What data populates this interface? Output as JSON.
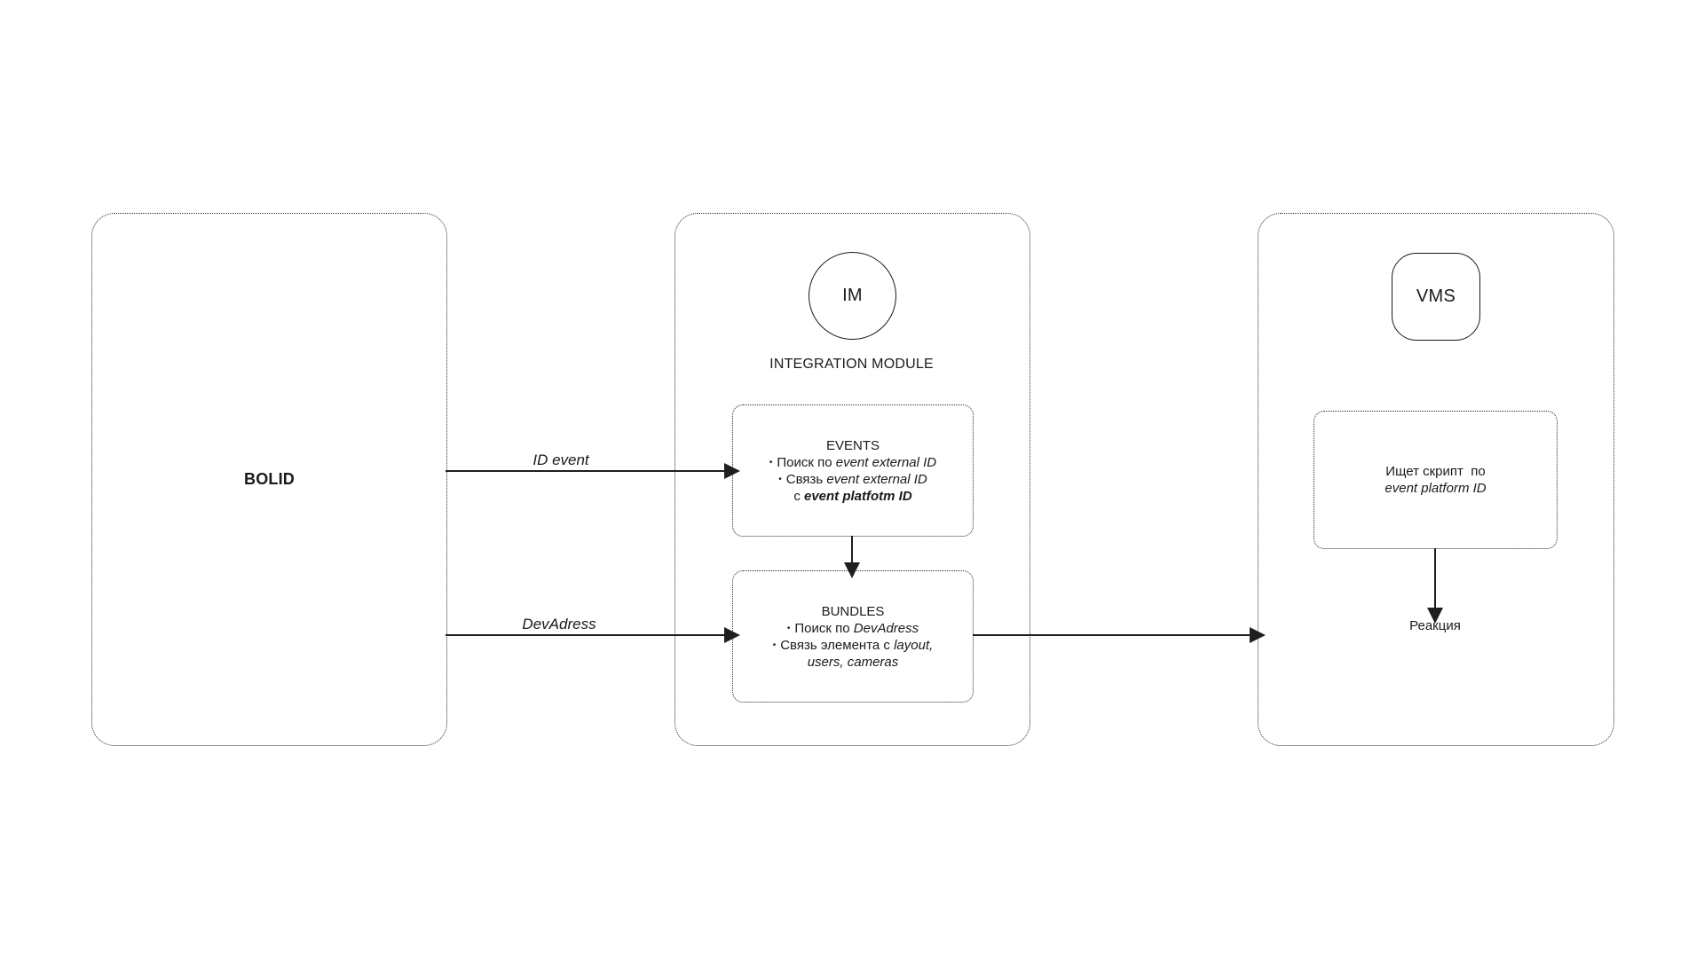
{
  "colors": {
    "background": "#ffffff",
    "stroke": "#1a1a1a",
    "text": "#1a1a1a"
  },
  "bolid": {
    "title": "BOLID"
  },
  "integration": {
    "badge": "IM",
    "title": "INTEGRATION MODULE",
    "events": {
      "title": "EVENTS",
      "bullet": "•",
      "b1_text": "Поиск по ",
      "b1_italic": "event external ID",
      "b2_text": "Связь ",
      "b2_italic": "event external ID",
      "cont_text": "с ",
      "cont_bold_italic": "event platfotm ID"
    },
    "bundles": {
      "title": "BUNDLES",
      "bullet": "•",
      "b1_text": "Поиск по ",
      "b1_italic": "DevAdress",
      "b2_text": "Связь элемента с ",
      "b2_italic": "layout,",
      "cont_italic": "users, cameras"
    }
  },
  "vms": {
    "badge": "VMS",
    "script": {
      "line1": "Ищет скрипт  по",
      "line2_italic": "event platform ID"
    },
    "reaction": "Реакция"
  },
  "flow_labels": {
    "id_event": "ID event",
    "devadress": "DevAdress"
  }
}
